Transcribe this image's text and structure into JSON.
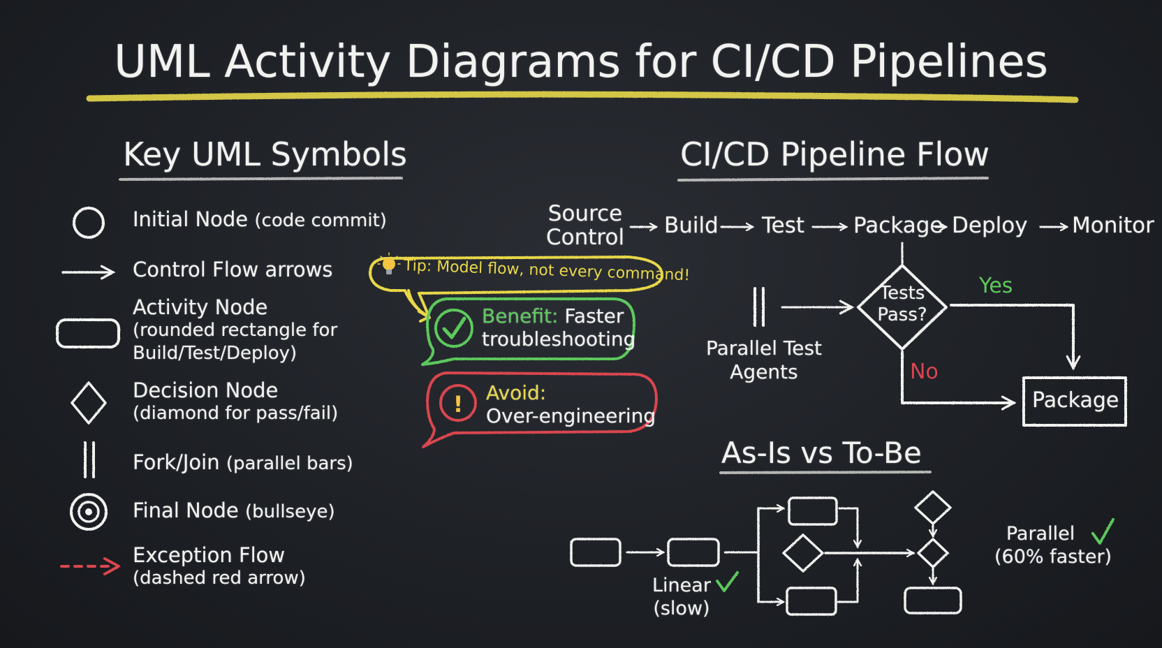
{
  "title": "UML Activity Diagrams for CI/CD Pipelines",
  "colors": {
    "chalk_white": "#f2f2f0",
    "chalk_yellow": "#e8d84a",
    "chalk_green": "#5dc95d",
    "chalk_red": "#d9464f",
    "board": "#1e2126"
  },
  "legend": {
    "heading": "Key UML Symbols",
    "items": [
      {
        "icon": "circle-icon",
        "label": "Initial Node",
        "detail": "(code commit)"
      },
      {
        "icon": "arrow-icon",
        "label": "Control Flow arrows",
        "detail": ""
      },
      {
        "icon": "rounded-rect-icon",
        "label": "Activity Node",
        "detail": "(rounded rectangle for",
        "detail2": "Build/Test/Deploy)"
      },
      {
        "icon": "diamond-icon",
        "label": "Decision Node",
        "detail": "(diamond for pass/fail)"
      },
      {
        "icon": "parallel-bars-icon",
        "label": "Fork/Join",
        "detail": "(parallel bars)"
      },
      {
        "icon": "bullseye-icon",
        "label": "Final Node",
        "detail": "(bullseye)"
      },
      {
        "icon": "dashed-red-arrow-icon",
        "label": "Exception Flow",
        "detail": "(dashed red arrow)"
      }
    ]
  },
  "notes": {
    "tip": {
      "icon": "lightbulb-icon",
      "text": "Tip: Model flow, not every command!"
    },
    "benefit": {
      "icon": "checkmark-circle-icon",
      "label": "Benefit:",
      "text1": "Faster",
      "text2": "troubleshooting"
    },
    "avoid": {
      "icon": "exclamation-circle-icon",
      "label": "Avoid:",
      "text": "Over-engineering"
    }
  },
  "pipeline": {
    "heading": "CI/CD Pipeline Flow",
    "stages": [
      "Source Control",
      "Build",
      "Test",
      "Package",
      "Deploy",
      "Monitor"
    ],
    "source_line1": "Source",
    "source_line2": "Control",
    "decision": {
      "line1": "Tests",
      "line2": "Pass?"
    },
    "parallel_label_line1": "Parallel Test",
    "parallel_label_line2": "Agents",
    "yes_label": "Yes",
    "no_label": "No",
    "package_box": "Package"
  },
  "comparison": {
    "heading": "As-Is vs To-Be",
    "linear_label": "Linear",
    "linear_sub": "(slow)",
    "parallel_label": "Parallel",
    "parallel_sub": "(60% faster)"
  }
}
